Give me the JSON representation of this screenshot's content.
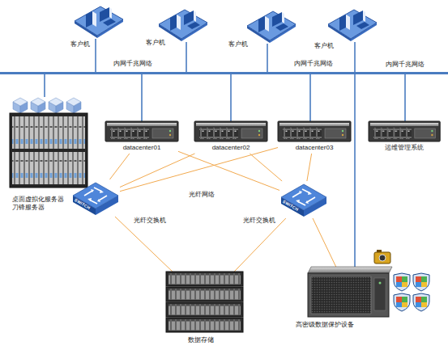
{
  "diagram": {
    "nodes": [
      {
        "text": [
          "客户机"
        ]
      },
      {
        "text": [
          "客户机"
        ]
      },
      {
        "text": [
          "客户机"
        ]
      },
      {
        "text": [
          "客户机"
        ]
      },
      {
        "text": [
          "内网千兆网络",
          "内网千兆网络",
          "内网千兆网络"
        ]
      },
      {
        "text": [
          "桌面虚拟化服务器 刀锋服务器"
        ]
      },
      {
        "text": [
          "datacenter01"
        ]
      },
      {
        "text": [
          "datacenter02"
        ]
      },
      {
        "text": [
          "datacenter03"
        ]
      },
      {
        "text": [
          "运维管理系统"
        ]
      },
      {
        "text": [
          "SWITCH",
          "光纤交换机"
        ]
      },
      {
        "text": [
          "SWITCH",
          "光纤交换机"
        ]
      },
      {
        "text": [
          "数据存储"
        ]
      },
      {
        "text": [
          "高密级数据保护设备"
        ]
      }
    ],
    "edges": [
      {
        "from": 0,
        "to": 4,
        "arrow": "none"
      },
      {
        "from": 1,
        "to": 4,
        "arrow": "none"
      },
      {
        "from": 2,
        "to": 4,
        "arrow": "none"
      },
      {
        "from": 3,
        "to": 4,
        "arrow": "none"
      },
      {
        "from": 4,
        "to": 5,
        "arrow": "none"
      },
      {
        "from": 4,
        "to": 6,
        "arrow": "none"
      },
      {
        "from": 4,
        "to": 7,
        "arrow": "none"
      },
      {
        "from": 4,
        "to": 8,
        "arrow": "none"
      },
      {
        "from": 4,
        "to": 9,
        "arrow": "none"
      },
      {
        "from": 4,
        "to": 13,
        "arrow": "none"
      },
      {
        "from": 6,
        "to": 10,
        "arrow": "none"
      },
      {
        "from": 6,
        "to": 11,
        "arrow": "none"
      },
      {
        "from": 7,
        "to": 10,
        "arrow": "none"
      },
      {
        "from": 7,
        "to": 11,
        "arrow": "none"
      },
      {
        "from": 8,
        "to": 10,
        "arrow": "none"
      },
      {
        "from": 8,
        "to": 11,
        "arrow": "none"
      },
      {
        "from": 10,
        "to": 12,
        "arrow": "none"
      },
      {
        "from": 11,
        "to": 12,
        "arrow": "none"
      },
      {
        "from": 11,
        "to": 13,
        "arrow": "none"
      }
    ],
    "labels": [
      "光纤网络"
    ]
  }
}
